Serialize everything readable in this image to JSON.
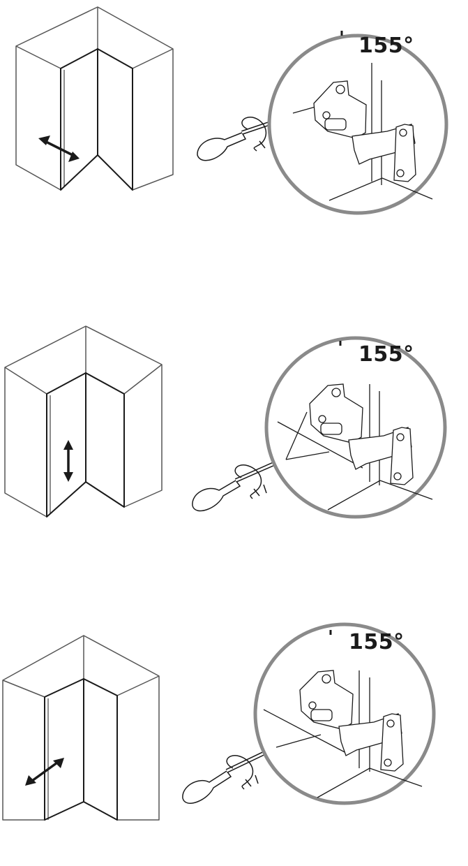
{
  "steps": [
    {
      "id": "horizontal-adjust",
      "angle_label": "155°",
      "arrow": "horizontal"
    },
    {
      "id": "vertical-adjust",
      "angle_label": "155°",
      "arrow": "vertical"
    },
    {
      "id": "depth-adjust",
      "angle_label": "155°",
      "arrow": "diagonal"
    }
  ],
  "tick_symbol": "'",
  "colors": {
    "line": "#1a1a1a",
    "circle": "#8a8a8a",
    "cabinet_edge": "#555555"
  }
}
